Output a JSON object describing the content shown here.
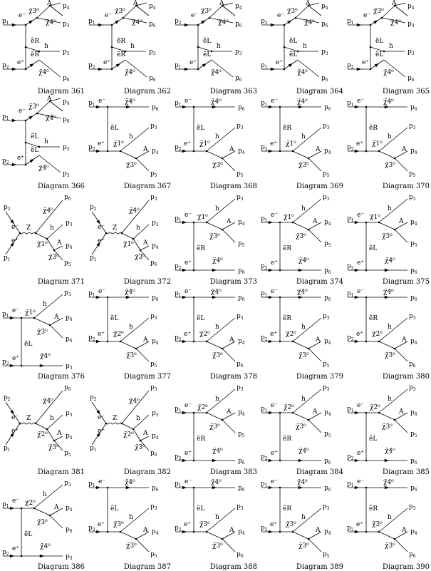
{
  "page": {
    "diagrams": [
      {
        "caption": "Diagram 361",
        "topology": "split",
        "legs": [
          "p1",
          "p2"
        ],
        "top": {
          "ext": [
            "p4",
            "p3"
          ],
          "boson": "A",
          "neut": "χ̃3⁰",
          "neut2": "χ̃4⁰",
          "prop": "ẽR"
        },
        "bot": {
          "ext": [
            "p3",
            "p6"
          ],
          "boson": "h",
          "neut": "χ̃4⁰",
          "prop": "ẽR"
        },
        "electrons": [
          "e⁻",
          "e⁺"
        ]
      },
      {
        "caption": "Diagram 362",
        "topology": "split",
        "legs": [
          "p1",
          "p2"
        ],
        "top": {
          "ext": [
            "p4",
            "p6"
          ],
          "boson": "A",
          "neut": "χ̃3⁰",
          "neut2": "χ̃4⁰",
          "prop": "ẽR"
        },
        "bot": {
          "ext": [
            "p3",
            "p6"
          ],
          "boson": "h",
          "neut": "χ̃4⁰",
          "prop": "ẽR"
        },
        "electrons": [
          "e⁻",
          "e⁺"
        ]
      },
      {
        "caption": "Diagram 363",
        "topology": "split",
        "legs": [
          "p2",
          "p1"
        ],
        "top": {
          "ext": [
            "p4",
            "p6"
          ],
          "boson": "A",
          "neut": "χ̃3⁰",
          "neut2": "χ̃4⁰",
          "prop": "ẽL"
        },
        "bot": {
          "ext": [
            "p3",
            "p6"
          ],
          "boson": "h",
          "neut": "χ̃4⁰",
          "prop": "ẽL"
        },
        "electrons": [
          "e⁻",
          "e⁺"
        ]
      },
      {
        "caption": "Diagram 364",
        "topology": "split",
        "legs": [
          "p2",
          "p1"
        ],
        "top": {
          "ext": [
            "p4",
            "p6"
          ],
          "boson": "A",
          "neut": "χ̃3⁰",
          "neut2": "χ̃4⁰",
          "prop": "ẽL"
        },
        "bot": {
          "ext": [
            "p3",
            "p6"
          ],
          "boson": "h",
          "neut": "χ̃4⁰",
          "prop": "ẽL"
        },
        "electrons": [
          "e⁻",
          "e⁺"
        ]
      },
      {
        "caption": "Diagram 365",
        "topology": "split",
        "legs": [
          "p1",
          "p2"
        ],
        "top": {
          "ext": [
            "p4",
            "p3"
          ],
          "boson": "A",
          "neut": "χ̃3⁰",
          "neut2": "χ̃4⁰",
          "prop": "ẽL"
        },
        "bot": {
          "ext": [
            "p3",
            "p6"
          ],
          "boson": "h",
          "neut": "χ̃4⁰",
          "prop": "ẽL"
        },
        "electrons": [
          "e⁻",
          "e⁺"
        ]
      },
      {
        "caption": "Diagram 366",
        "topology": "split",
        "legs": [
          "p1",
          "p2"
        ],
        "top": {
          "ext": [
            "p4",
            "p6"
          ],
          "boson": "A",
          "neut": "χ̃3⁰",
          "neut2": "χ̃4⁰",
          "prop": "ẽL"
        },
        "bot": {
          "ext": [
            "p3",
            "p3"
          ],
          "boson": "h",
          "neut": "χ̃4⁰",
          "prop": "ẽL"
        },
        "electrons": [
          "e⁻",
          "e⁺"
        ]
      },
      {
        "caption": "Diagram 367",
        "topology": "t",
        "legs": [
          "p1",
          "p2"
        ],
        "topExt": "p6",
        "topNeut": "χ̃4⁰",
        "prop": "ẽL",
        "neut1": "χ̃1⁰",
        "neut2": "χ̃3⁰",
        "ext": [
          "p3",
          "p4",
          "p5"
        ],
        "bosons": [
          "h",
          "A"
        ],
        "electrons": [
          "e⁻",
          "e⁺"
        ]
      },
      {
        "caption": "Diagram 368",
        "topology": "t",
        "legs": [
          "p1",
          "p2"
        ],
        "topExt": "p6",
        "topNeut": "χ̃4⁰",
        "prop": "ẽL",
        "neut1": "χ̃1⁰",
        "neut2": "χ̃3⁰",
        "ext": [
          "p3",
          "p4",
          "p5"
        ],
        "bosons": [
          "h",
          "A"
        ],
        "electrons": [
          "e⁻",
          "e⁺"
        ]
      },
      {
        "caption": "Diagram 369",
        "topology": "t",
        "legs": [
          "p1",
          "p2"
        ],
        "topExt": "p6",
        "topNeut": "χ̃4⁰",
        "prop": "ẽR",
        "neut1": "χ̃1⁰",
        "neut2": "χ̃3⁰",
        "ext": [
          "p3",
          "p4",
          "p5"
        ],
        "bosons": [
          "h",
          "A"
        ],
        "electrons": [
          "e⁻",
          "e⁺"
        ]
      },
      {
        "caption": "Diagram 370",
        "topology": "t",
        "legs": [
          "p1",
          "p2"
        ],
        "topExt": "p6",
        "topNeut": "χ̃4⁰",
        "prop": "ẽR",
        "neut1": "χ̃1⁰",
        "neut2": "χ̃3⁰",
        "ext": [
          "p3",
          "p4",
          "p5"
        ],
        "bosons": [
          "h",
          "A"
        ],
        "electrons": [
          "e⁻",
          "e⁺"
        ]
      },
      {
        "caption": "Diagram 371",
        "topology": "s",
        "legs": [
          "p2",
          "p1"
        ],
        "boson": "Z",
        "neut1": "χ̃4⁰",
        "neut2": "χ̃1⁰",
        "neut3": "χ̃3⁰",
        "ext": [
          "p6",
          "p3",
          "p4",
          "p5"
        ],
        "bosons": [
          "h",
          "A"
        ],
        "electrons": [
          "e⁻",
          "e⁺"
        ]
      },
      {
        "caption": "Diagram 372",
        "topology": "s",
        "legs": [
          "p2",
          "p1"
        ],
        "boson": "Z",
        "neut1": "χ̃4⁰",
        "neut2": "χ̃1⁰",
        "neut3": "χ̃3⁰",
        "ext": [
          "p3",
          "p3",
          "p4",
          "p6"
        ],
        "bosons": [
          "h",
          "A"
        ],
        "electrons": [
          "e⁻",
          "e⁺"
        ]
      },
      {
        "caption": "Diagram 373",
        "topology": "t2",
        "legs": [
          "p1",
          "p2"
        ],
        "botExt": "p6",
        "botNeut": "χ̃4⁰",
        "prop": "ẽR",
        "neut1": "χ̃1⁰",
        "neut2": "χ̃3⁰",
        "ext": [
          "p3",
          "p4",
          "p5"
        ],
        "bosons": [
          "h",
          "A"
        ],
        "electrons": [
          "e⁻",
          "e⁺"
        ]
      },
      {
        "caption": "Diagram 374",
        "topology": "t2",
        "legs": [
          "p1",
          "p2"
        ],
        "botExt": "p6",
        "botNeut": "χ̃4⁰",
        "prop": "ẽR",
        "neut1": "χ̃1⁰",
        "neut2": "χ̃3⁰",
        "ext": [
          "p3",
          "p4",
          "p5"
        ],
        "bosons": [
          "h",
          "A"
        ],
        "electrons": [
          "e⁻",
          "e⁺"
        ]
      },
      {
        "caption": "Diagram 375",
        "topology": "t2",
        "legs": [
          "p1",
          "p2"
        ],
        "botExt": "p6",
        "botNeut": "χ̃4⁰",
        "prop": "ẽL",
        "neut1": "χ̃1⁰",
        "neut2": "χ̃3⁰",
        "ext": [
          "p3",
          "p4",
          "p5"
        ],
        "bosons": [
          "h",
          "A"
        ],
        "electrons": [
          "e⁻",
          "e⁺"
        ]
      },
      {
        "caption": "Diagram 376",
        "topology": "t2",
        "legs": [
          "p1",
          "p2"
        ],
        "botExt": "p3",
        "botNeut": "χ̃4⁰",
        "prop": "ẽL",
        "neut1": "χ̃1⁰",
        "neut2": "χ̃3⁰",
        "ext": [
          "p3",
          "p4",
          "p6"
        ],
        "bosons": [
          "h",
          "A"
        ],
        "electrons": [
          "e⁻",
          "e⁺"
        ]
      },
      {
        "caption": "Diagram 377",
        "topology": "t",
        "legs": [
          "p1",
          "p2"
        ],
        "topExt": "p6",
        "topNeut": "χ̃4⁰",
        "prop": "ẽL",
        "neut1": "χ̃2⁰",
        "neut2": "χ̃3⁰",
        "ext": [
          "p3",
          "p4",
          "p5"
        ],
        "bosons": [
          "h",
          "A"
        ],
        "electrons": [
          "e⁻",
          "e⁺"
        ]
      },
      {
        "caption": "Diagram 378",
        "topology": "t",
        "legs": [
          "p1",
          "p2"
        ],
        "topExt": "p6",
        "topNeut": "χ̃4⁰",
        "prop": "ẽL",
        "neut1": "χ̃2⁰",
        "neut2": "χ̃3⁰",
        "ext": [
          "p3",
          "p4",
          "p6"
        ],
        "bosons": [
          "h",
          "A"
        ],
        "electrons": [
          "e⁻",
          "e⁺"
        ]
      },
      {
        "caption": "Diagram 379",
        "topology": "t",
        "legs": [
          "p1",
          "p2"
        ],
        "topExt": "p6",
        "topNeut": "χ̃4⁰",
        "prop": "ẽR",
        "neut1": "χ̃2⁰",
        "neut2": "χ̃3⁰",
        "ext": [
          "p3",
          "p4",
          "p5"
        ],
        "bosons": [
          "h",
          "A"
        ],
        "electrons": [
          "e⁻",
          "e⁺"
        ]
      },
      {
        "caption": "Diagram 380",
        "topology": "t",
        "legs": [
          "p1",
          "p2"
        ],
        "topExt": "p6",
        "topNeut": "χ̃4⁰",
        "prop": "ẽR",
        "neut1": "χ̃2⁰",
        "neut2": "χ̃3⁰",
        "ext": [
          "p3",
          "p4",
          "p6"
        ],
        "bosons": [
          "h",
          "A"
        ],
        "electrons": [
          "e⁻",
          "e⁺"
        ]
      },
      {
        "caption": "Diagram 381",
        "topology": "s",
        "legs": [
          "p2",
          "p1"
        ],
        "boson": "Z",
        "neut1": "χ̃4⁰",
        "neut2": "χ̃2⁰",
        "neut3": "χ̃3⁰",
        "ext": [
          "p6",
          "p3",
          "p4",
          "p5"
        ],
        "bosons": [
          "h",
          "A"
        ],
        "electrons": [
          "e⁻",
          "e⁺"
        ]
      },
      {
        "caption": "Diagram 382",
        "topology": "s",
        "legs": [
          "p2",
          "p1"
        ],
        "boson": "Z",
        "neut1": "χ̃4⁰",
        "neut2": "χ̃2⁰",
        "neut3": "χ̃3⁰",
        "ext": [
          "p3",
          "p3",
          "p4",
          "p6"
        ],
        "bosons": [
          "h",
          "A"
        ],
        "electrons": [
          "e⁻",
          "e⁺"
        ]
      },
      {
        "caption": "Diagram 383",
        "topology": "t2",
        "legs": [
          "p1",
          "p2"
        ],
        "botExt": "p6",
        "botNeut": "χ̃4⁰",
        "prop": "ẽR",
        "neut1": "χ̃2⁰",
        "neut2": "χ̃3⁰",
        "ext": [
          "p3",
          "p4",
          "p5"
        ],
        "bosons": [
          "h",
          "A"
        ],
        "electrons": [
          "e⁻",
          "e⁺"
        ]
      },
      {
        "caption": "Diagram 384",
        "topology": "t2",
        "legs": [
          "p1",
          "p2"
        ],
        "botExt": "p6",
        "botNeut": "χ̃4⁰",
        "prop": "ẽR",
        "neut1": "χ̃2⁰",
        "neut2": "χ̃3⁰",
        "ext": [
          "p3",
          "p4",
          "p5"
        ],
        "bosons": [
          "h",
          "A"
        ],
        "electrons": [
          "e⁻",
          "e⁺"
        ]
      },
      {
        "caption": "Diagram 385",
        "topology": "t2",
        "legs": [
          "p1",
          "p2"
        ],
        "botExt": "p6",
        "botNeut": "χ̃4⁰",
        "prop": "ẽL",
        "neut1": "χ̃2⁰",
        "neut2": "χ̃3⁰",
        "ext": [
          "p3",
          "p4",
          "p5"
        ],
        "bosons": [
          "h",
          "A"
        ],
        "electrons": [
          "e⁻",
          "e⁺"
        ]
      },
      {
        "caption": "Diagram 386",
        "topology": "t2",
        "legs": [
          "p1",
          "p2"
        ],
        "botExt": "p3",
        "botNeut": "χ̃4⁰",
        "prop": "ẽL",
        "neut1": "χ̃2⁰",
        "neut2": "χ̃3⁰",
        "ext": [
          "p3",
          "p4",
          "p6"
        ],
        "bosons": [
          "h",
          "A"
        ],
        "electrons": [
          "e⁻",
          "e⁺"
        ]
      },
      {
        "caption": "Diagram 387",
        "topology": "t",
        "legs": [
          "p1",
          "p2"
        ],
        "topExt": "p6",
        "topNeut": "χ̃4⁰",
        "prop": "ẽL",
        "neut1": "χ̃3⁰",
        "neut2": "χ̃3⁰",
        "ext": [
          "p3",
          "p4",
          "p5"
        ],
        "bosons": [
          "h",
          "A"
        ],
        "electrons": [
          "e⁻",
          "e⁺"
        ]
      },
      {
        "caption": "Diagram 388",
        "topology": "t",
        "legs": [
          "p1",
          "p2"
        ],
        "topExt": "p6",
        "topNeut": "χ̃4⁰",
        "prop": "ẽL",
        "neut1": "χ̃3⁰",
        "neut2": "χ̃3⁰",
        "ext": [
          "p3",
          "p4",
          "p6"
        ],
        "bosons": [
          "h",
          "A"
        ],
        "electrons": [
          "e⁻",
          "e⁺"
        ]
      },
      {
        "caption": "Diagram 389",
        "topology": "t",
        "legs": [
          "p1",
          "p2"
        ],
        "topExt": "p6",
        "topNeut": "χ̃4⁰",
        "prop": "ẽR",
        "neut1": "χ̃3⁰",
        "neut2": "χ̃3⁰",
        "ext": [
          "p3",
          "p4",
          "p5"
        ],
        "bosons": [
          "h",
          "A"
        ],
        "electrons": [
          "e⁻",
          "e⁺"
        ]
      },
      {
        "caption": "Diagram 390",
        "topology": "t",
        "legs": [
          "p1",
          "p2"
        ],
        "topExt": "p6",
        "topNeut": "χ̃4⁰",
        "prop": "ẽR",
        "neut1": "χ̃3⁰",
        "neut2": "χ̃3⁰",
        "ext": [
          "p3",
          "p4",
          "p6"
        ],
        "bosons": [
          "h",
          "A"
        ],
        "electrons": [
          "e⁻",
          "e⁺"
        ]
      }
    ]
  }
}
